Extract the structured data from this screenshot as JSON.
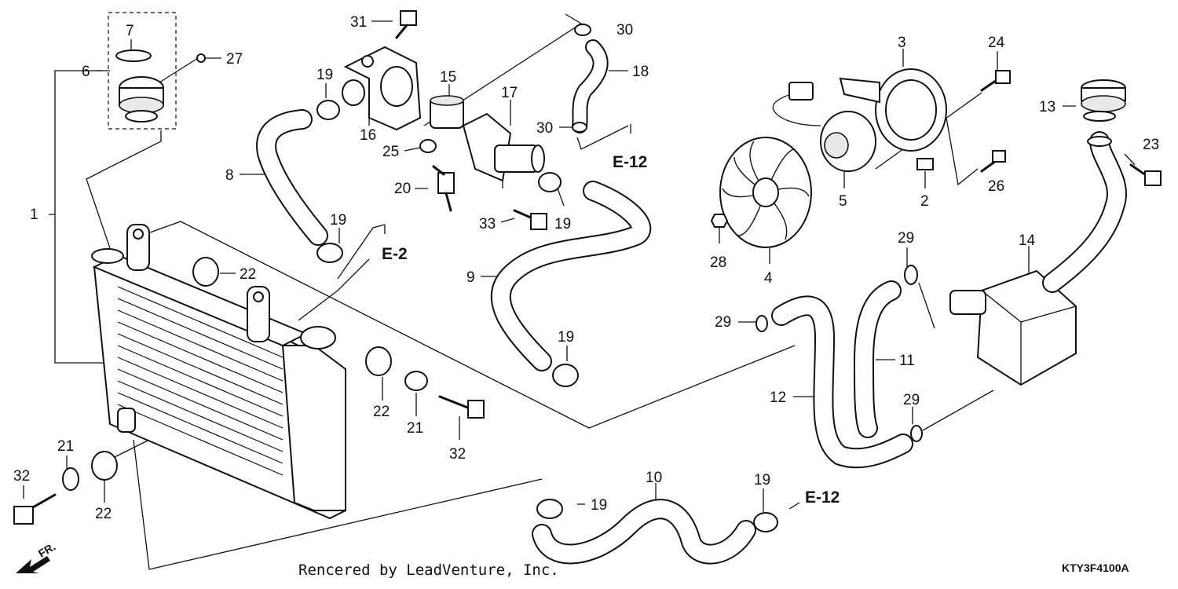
{
  "diagram": {
    "callouts": [
      "1",
      "2",
      "3",
      "4",
      "5",
      "6",
      "7",
      "8",
      "9",
      "10",
      "11",
      "12",
      "13",
      "14",
      "15",
      "16",
      "17",
      "18",
      "19",
      "19",
      "19",
      "19",
      "19",
      "19",
      "20",
      "21",
      "21",
      "22",
      "22",
      "22",
      "23",
      "24",
      "25",
      "26",
      "27",
      "28",
      "29",
      "29",
      "29",
      "30",
      "30",
      "31",
      "32",
      "32",
      "33"
    ],
    "references": [
      "E-2",
      "E-12",
      "E-12"
    ],
    "direction_label": "FR.",
    "watermark": "Rencered by LeadVenture, Inc.",
    "diagram_code": "KTY3F4100A"
  }
}
